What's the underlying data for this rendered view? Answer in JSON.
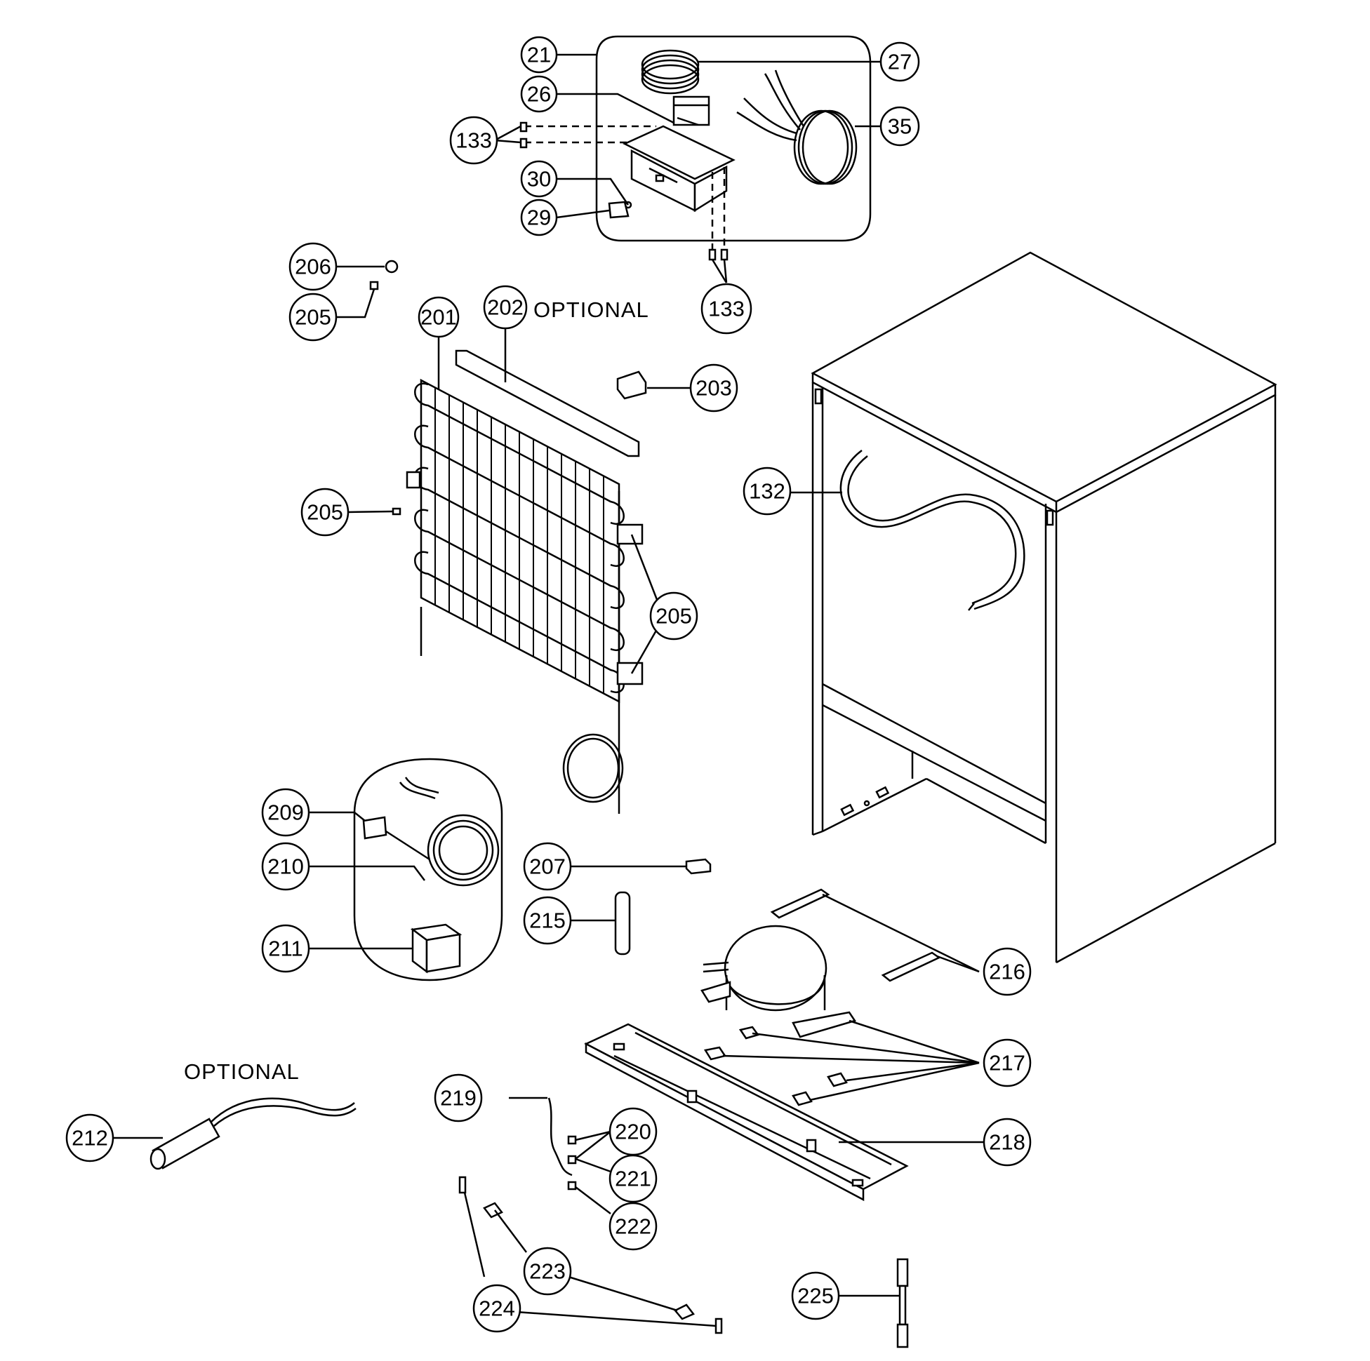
{
  "labels": {
    "l21": "21",
    "l26": "26",
    "l133a": "133",
    "l30": "30",
    "l29": "29",
    "l27": "27",
    "l35": "35",
    "l133b": "133",
    "l206": "206",
    "l205a": "205",
    "l201": "201",
    "l202": "202",
    "l203": "203",
    "l205b": "205",
    "l205c": "205",
    "l132": "132",
    "l209": "209",
    "l210": "210",
    "l211": "211",
    "l207": "207",
    "l215": "215",
    "l216": "216",
    "l217": "217",
    "l218": "218",
    "l212": "212",
    "l219": "219",
    "l220": "220",
    "l221": "221",
    "l222": "222",
    "l223": "223",
    "l224": "224",
    "l225": "225"
  },
  "notes": {
    "optional_top": "OPTIONAL",
    "optional_bottom": "OPTIONAL"
  }
}
